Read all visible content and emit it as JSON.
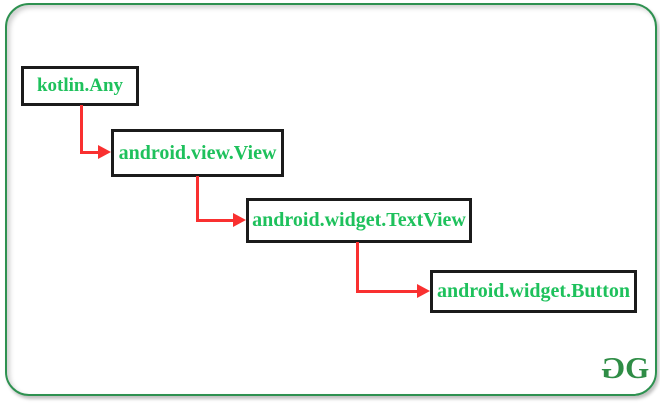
{
  "diagram": {
    "nodes": [
      {
        "label": "kotlin.Any"
      },
      {
        "label": "android.view.View"
      },
      {
        "label": "android.widget.TextView"
      },
      {
        "label": "android.widget.Button"
      }
    ],
    "edges": [
      {
        "from": "kotlin.Any",
        "to": "android.view.View"
      },
      {
        "from": "android.view.View",
        "to": "android.widget.TextView"
      },
      {
        "from": "android.widget.TextView",
        "to": "android.widget.Button"
      }
    ]
  },
  "logo": {
    "first_g": "G",
    "second_g": "G"
  },
  "colors": {
    "node_text": "#1ec15c",
    "node_border": "#1b1b1b",
    "frame_border": "#2e9150",
    "arrow": "#f93030",
    "logo_green": "#2f8d46"
  }
}
